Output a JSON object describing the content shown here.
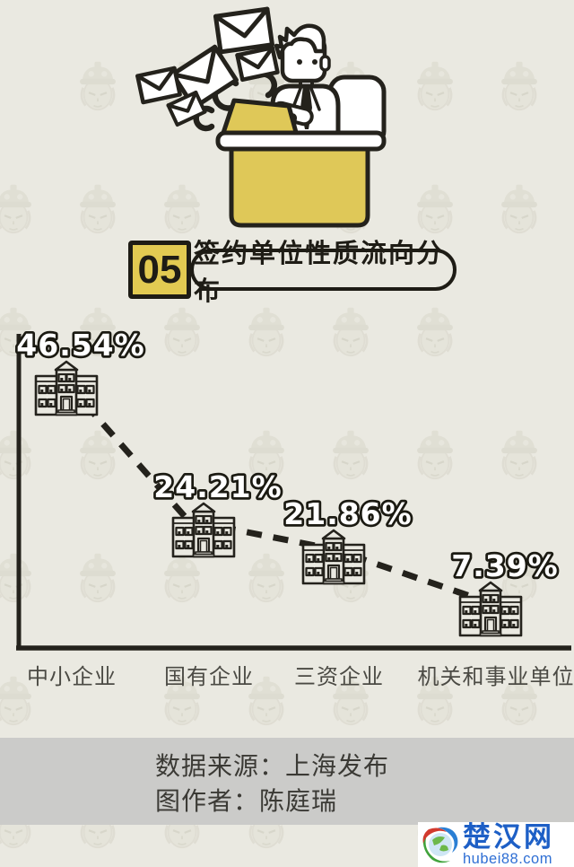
{
  "colors": {
    "background": "#eae9e1",
    "accent_yellow": "#dfc858",
    "ink": "#24221c",
    "band_gray": "#cbcbc9",
    "logo_blue": "#1d5fc6",
    "watermark_tone": "#d7d5c8"
  },
  "badge": {
    "number": "05",
    "title": "签约单位性质流向分布"
  },
  "chart_data": {
    "type": "line",
    "style": "dashed descending trend line with building icon markers",
    "categories": [
      "中小企业",
      "国有企业",
      "三资企业",
      "机关和事业单位"
    ],
    "values": [
      46.54,
      24.21,
      21.86,
      7.39
    ],
    "value_labels": [
      "46.54%",
      "24.21%",
      "21.86%",
      "7.39%"
    ],
    "title": "签约单位性质流向分布",
    "xlabel": "",
    "ylabel": "",
    "ylim": [
      0,
      50
    ],
    "legend": "none",
    "gridlines": false,
    "axes_shown": [
      "left",
      "bottom"
    ]
  },
  "footer": {
    "source_label": "数据来源：上海发布",
    "author_label": "图作者：陈庭瑞"
  },
  "logo": {
    "site_name": "楚汉网",
    "site_domain": "hubei88.com"
  },
  "illustration": {
    "icons": [
      "envelope-icon",
      "swoosh-icon",
      "person-at-desk-icon",
      "laptop-icon",
      "chair-icon",
      "desk-icon"
    ]
  }
}
